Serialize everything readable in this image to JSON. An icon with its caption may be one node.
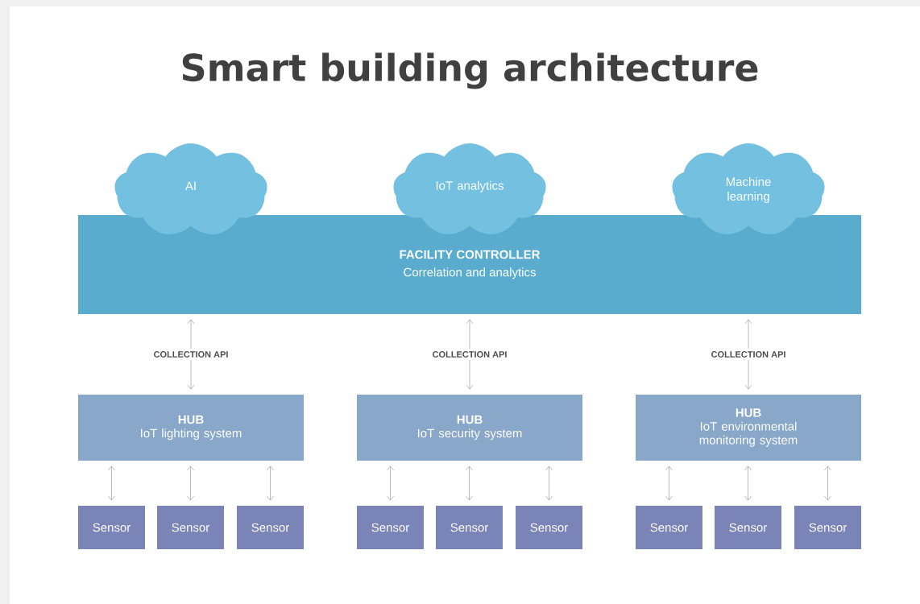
{
  "diagram": {
    "title": "Smart building architecture",
    "nodes": [
      {
        "text": [
          "AI"
        ]
      },
      {
        "text": [
          "IoT analytics"
        ]
      },
      {
        "text": [
          "Machine learning"
        ]
      },
      {
        "text": [
          "FACILITY CONTROLLER",
          "Correlation and analytics"
        ]
      },
      {
        "text": [
          "HUB",
          "IoT lighting system"
        ]
      },
      {
        "text": [
          "HUB",
          "IoT security system"
        ]
      },
      {
        "text": [
          "HUB",
          "IoT environmental monitoring system"
        ]
      },
      {
        "text": [
          "Sensor"
        ]
      },
      {
        "text": [
          "Sensor"
        ]
      },
      {
        "text": [
          "Sensor"
        ]
      },
      {
        "text": [
          "Sensor"
        ]
      },
      {
        "text": [
          "Sensor"
        ]
      },
      {
        "text": [
          "Sensor"
        ]
      },
      {
        "text": [
          "Sensor"
        ]
      },
      {
        "text": [
          "Sensor"
        ]
      },
      {
        "text": [
          "Sensor"
        ]
      }
    ],
    "edges": [
      {
        "from": 3,
        "to": 4,
        "arrow": "both",
        "label": "COLLECTION API"
      },
      {
        "from": 3,
        "to": 5,
        "arrow": "both",
        "label": "COLLECTION API"
      },
      {
        "from": 3,
        "to": 6,
        "arrow": "both",
        "label": "COLLECTION API"
      },
      {
        "from": 4,
        "to": 7,
        "arrow": "both"
      },
      {
        "from": 4,
        "to": 8,
        "arrow": "both"
      },
      {
        "from": 4,
        "to": 9,
        "arrow": "both"
      },
      {
        "from": 5,
        "to": 10,
        "arrow": "both"
      },
      {
        "from": 5,
        "to": 11,
        "arrow": "both"
      },
      {
        "from": 5,
        "to": 12,
        "arrow": "both"
      },
      {
        "from": 6,
        "to": 13,
        "arrow": "both"
      },
      {
        "from": 6,
        "to": 14,
        "arrow": "both"
      },
      {
        "from": 6,
        "to": 15,
        "arrow": "both"
      }
    ]
  }
}
